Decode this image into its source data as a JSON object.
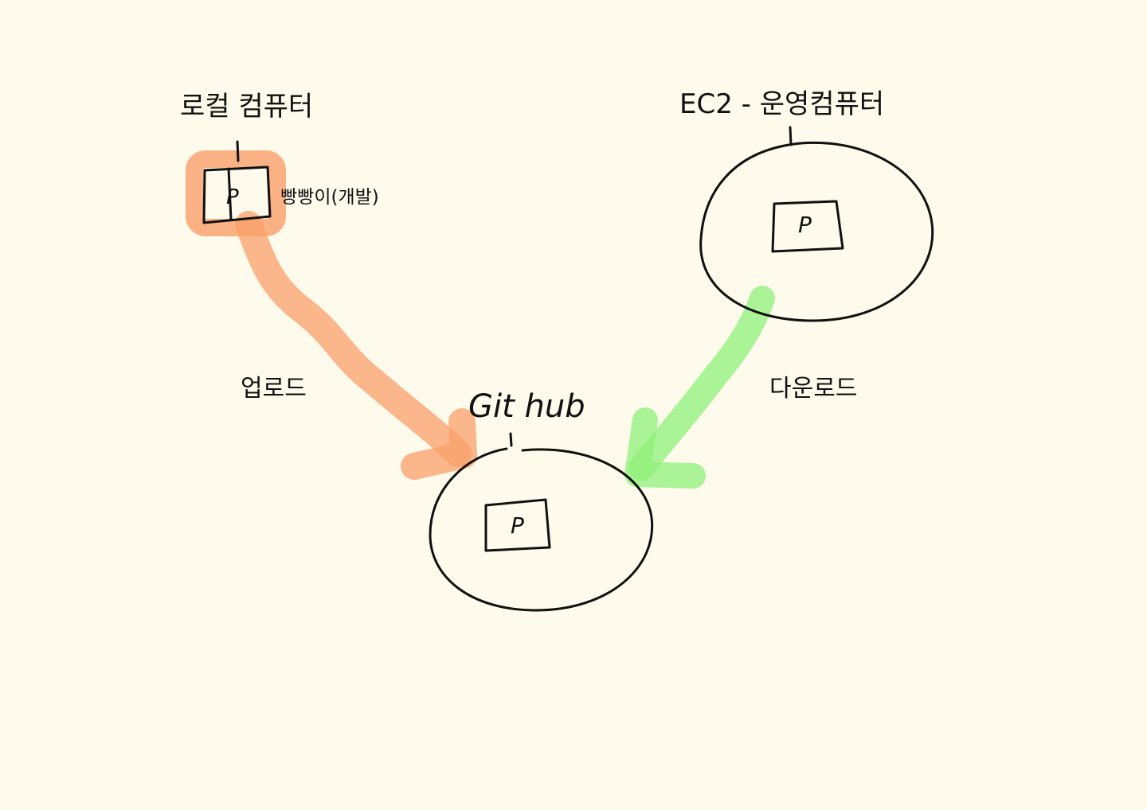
{
  "nodes": {
    "local": {
      "label": "로컬 컴퓨터",
      "project_label": "P",
      "side_note": "빵빵이(개발)"
    },
    "ec2": {
      "label": "EC2 - 운영컴퓨터",
      "project_label": "P"
    },
    "github": {
      "label": "Git hub",
      "project_label": "P"
    }
  },
  "edges": {
    "upload": {
      "label": "업로드",
      "color": "#f9a06a"
    },
    "download": {
      "label": "다운로드",
      "color": "#8ff07a"
    }
  },
  "colors": {
    "background": "#fefbed",
    "ink": "#111111"
  }
}
